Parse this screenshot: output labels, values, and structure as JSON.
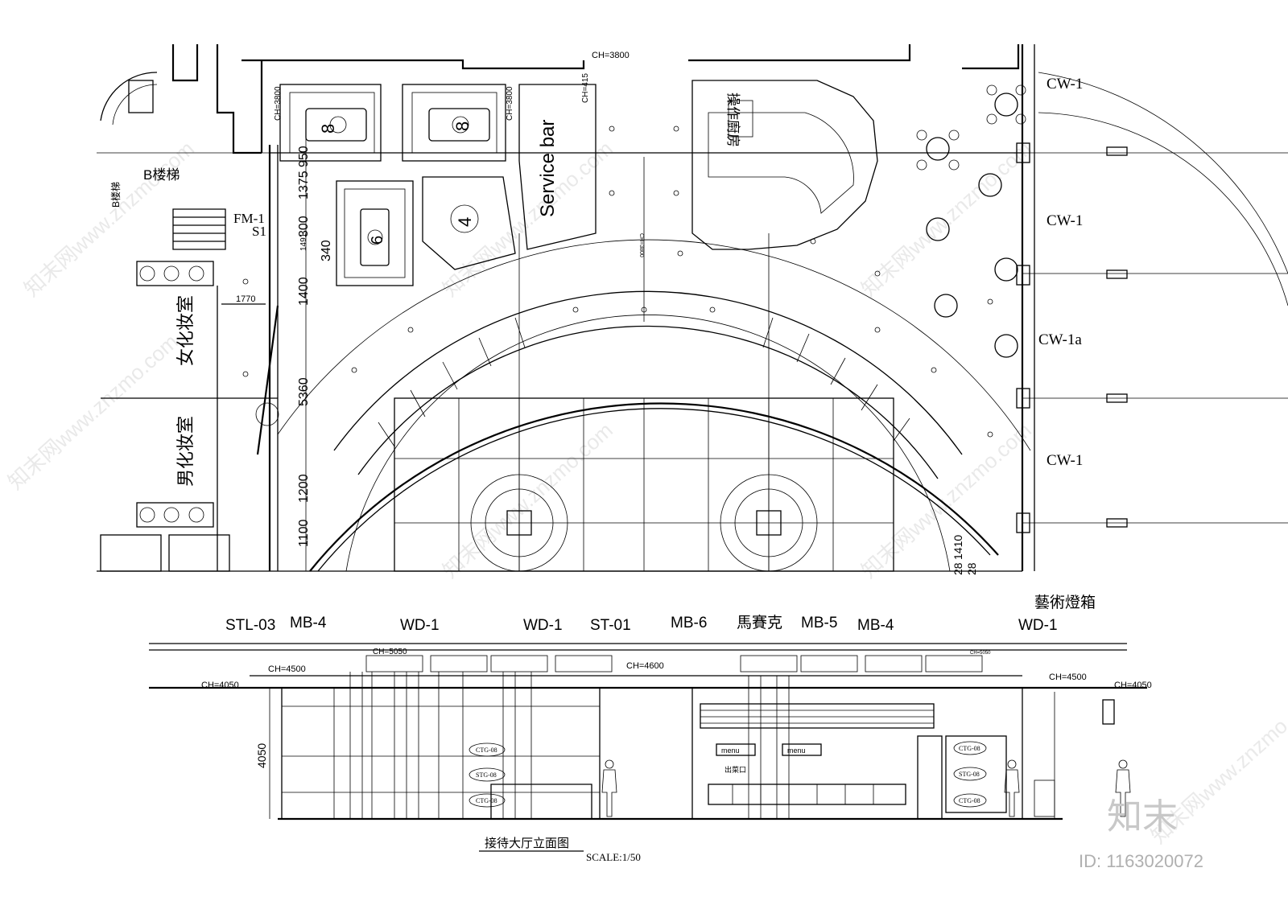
{
  "plan": {
    "ceiling_heights": {
      "top": "CH=3800",
      "room1": "CH=3800",
      "room2": "CH=3800",
      "side": "CH=415",
      "center": "CH=3800"
    },
    "rooms": {
      "private_room_1_seats": "8",
      "private_room_2_seats": "8",
      "private_room_3_seats": "6",
      "private_room_4_seats": "4",
      "service_bar": "Service bar",
      "kitchen": "操作廚房",
      "stair_b": "B楼梯",
      "stair_b_vertical": "B楼梯",
      "female_restroom": "女化妆室",
      "male_restroom": "男化妆室"
    },
    "door_tags": {
      "fm": "FM-1",
      "s": "S1"
    },
    "dimensions": {
      "d950": "950",
      "d1375": "1375",
      "d300": "300",
      "d1491": "1491",
      "d340": "340",
      "d1400": "1400",
      "d5360": "5360",
      "d1200": "1200",
      "d1100": "1100",
      "d1770": "1770",
      "d28a": "28",
      "d1410": "1410",
      "d28b": "28"
    },
    "wall_tags": {
      "cw1_top": "CW-1",
      "cw1_mid": "CW-1",
      "cw1a": "CW-1a",
      "cw1_bottom": "CW-1"
    }
  },
  "elevation": {
    "material_labels": {
      "stl03": "STL-03",
      "mb4_left": "MB-4",
      "wd1_a": "WD-1",
      "wd1_b": "WD-1",
      "st01": "ST-01",
      "mb6": "MB-6",
      "mosaic": "馬賽克",
      "mb5": "MB-5",
      "mb4_right": "MB-4",
      "art_lightbox": "藝術燈箱",
      "wd1_c": "WD-1"
    },
    "ceiling_heights": {
      "ch5050": "CH=5050",
      "ch4500_left": "CH=4500",
      "ch4050_left": "CH=4050",
      "ch4600": "CH=4600",
      "ch5050_small": "CH=5050",
      "ch4500_right": "CH=4500",
      "ch4050_right": "CH=4050"
    },
    "height_dim": "4050",
    "panel_labels": {
      "ctg_left_1": "CTG-08",
      "stg_left": "STG-08",
      "ctg_left_2": "CTG-08",
      "menu_1": "menu",
      "menu_2": "menu",
      "pickup": "出菜口",
      "ctg_right_1": "CTG-08",
      "stg_right": "STG-08",
      "ctg_right_2": "CTG-08"
    },
    "title": "接待大厅立面图",
    "scale": "SCALE:1/50"
  },
  "watermark": {
    "id_text": "ID: 1163020072",
    "brand_glyph": "知末",
    "repeat_text": "知末网www.znzmo.com"
  }
}
